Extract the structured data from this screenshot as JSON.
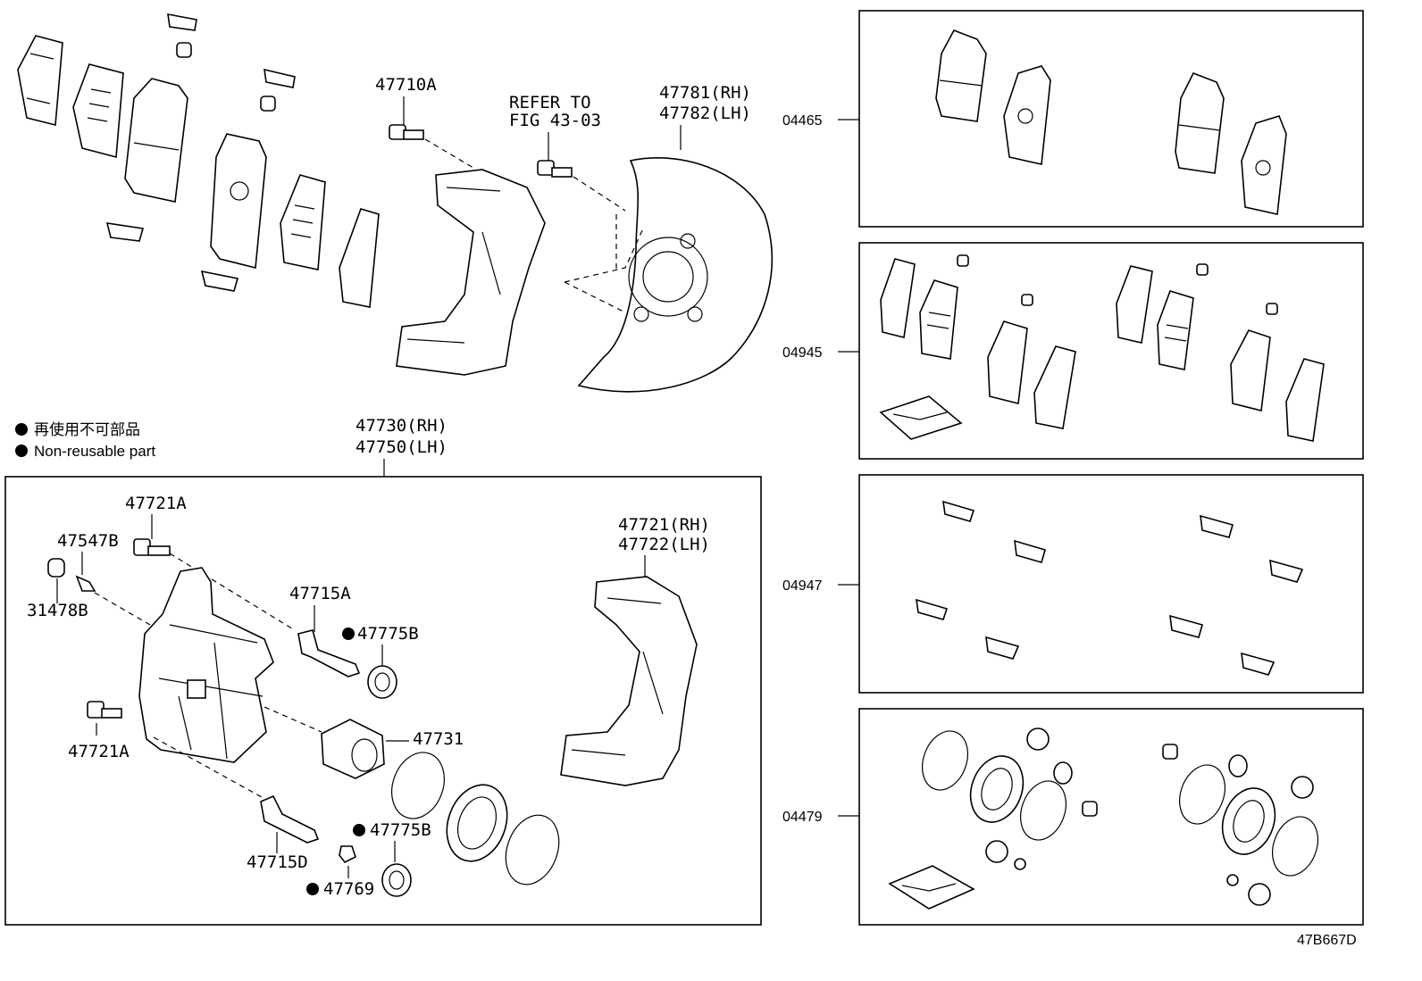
{
  "legend": {
    "jp": "再使用不可部品",
    "en": "Non-reusable part"
  },
  "labels": {
    "bolt_top": "47710A",
    "refer_line1": "REFER TO",
    "refer_line2": "FIG 43-03",
    "shield_rh": "47781(RH)",
    "shield_lh": "47782(LH)",
    "assy_rh": "47730(RH)",
    "assy_lh": "47750(LH)",
    "bolt_upper": "47721A",
    "bleeder": "47547B",
    "bleeder_cap": "31478B",
    "bolt_lower": "47721A",
    "pin_upper": "47715A",
    "boot_upper": "47775B",
    "piston": "47731",
    "pin_lower": "47715D",
    "boot_lower": "47775B",
    "bushing": "47769",
    "mount_rh": "47721(RH)",
    "mount_lh": "47722(LH)"
  },
  "kits": {
    "pads": "04465",
    "shim_kit": "04945",
    "clip_kit": "04947",
    "seal_kit": "04479"
  },
  "figure_code": "47B667D"
}
